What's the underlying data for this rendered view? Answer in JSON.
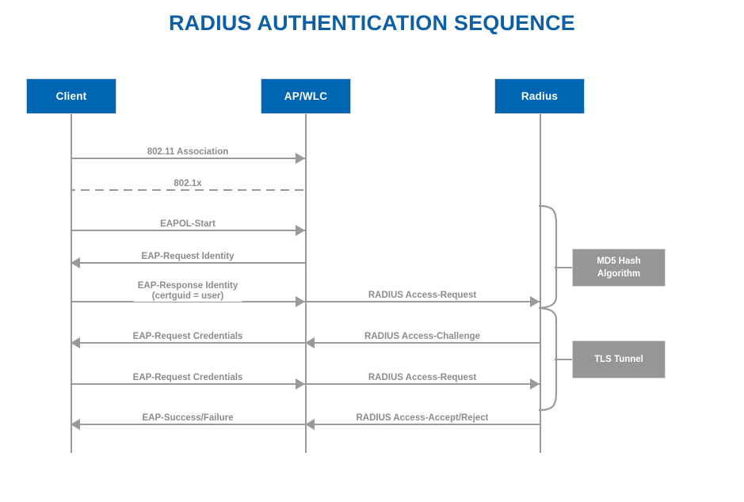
{
  "title": "RADIUS AUTHENTICATION SEQUENCE",
  "colors": {
    "title": "#0e5fa4",
    "actor_box": "#0066b3",
    "actor_text": "#ffffff",
    "line": "#9a9a9a",
    "label_text": "#8c8c8c",
    "note_box": "#969696",
    "note_text": "#ffffff",
    "background": "#ffffff"
  },
  "actors": [
    {
      "id": "client",
      "label": "Client"
    },
    {
      "id": "ap-wlc",
      "label": "AP/WLC"
    },
    {
      "id": "radius",
      "label": "Radius"
    }
  ],
  "messages": [
    {
      "id": "m1",
      "label": "802.11 Association",
      "label2": "",
      "from": "client",
      "to": "ap-wlc",
      "direction": "right",
      "style": "solid",
      "arrow": true
    },
    {
      "id": "m2",
      "label": "802.1x",
      "label2": "",
      "from": "client",
      "to": "ap-wlc",
      "direction": "none",
      "style": "dash-dot",
      "arrow": false
    },
    {
      "id": "m3",
      "label": "EAPOL-Start",
      "label2": "",
      "from": "client",
      "to": "ap-wlc",
      "direction": "right",
      "style": "solid",
      "arrow": true
    },
    {
      "id": "m4",
      "label": "EAP-Request Identity",
      "label2": "",
      "from": "ap-wlc",
      "to": "client",
      "direction": "left",
      "style": "solid",
      "arrow": true
    },
    {
      "id": "m5",
      "label": "EAP-Response Identity",
      "label2": "(certguid = user)",
      "from": "client",
      "to": "ap-wlc",
      "direction": "right",
      "style": "solid",
      "arrow": true
    },
    {
      "id": "m6",
      "label": "RADIUS Access-Request",
      "label2": "",
      "from": "ap-wlc",
      "to": "radius",
      "direction": "right",
      "style": "solid",
      "arrow": true
    },
    {
      "id": "m7",
      "label": "EAP-Request Credentials",
      "label2": "",
      "from": "ap-wlc",
      "to": "client",
      "direction": "left",
      "style": "solid",
      "arrow": true
    },
    {
      "id": "m8",
      "label": "RADIUS Access-Challenge",
      "label2": "",
      "from": "radius",
      "to": "ap-wlc",
      "direction": "left",
      "style": "solid",
      "arrow": true
    },
    {
      "id": "m9",
      "label": "EAP-Request Credentials",
      "label2": "",
      "from": "client",
      "to": "ap-wlc",
      "direction": "right",
      "style": "solid",
      "arrow": true
    },
    {
      "id": "m10",
      "label": "RADIUS Access-Request",
      "label2": "",
      "from": "ap-wlc",
      "to": "radius",
      "direction": "right",
      "style": "solid",
      "arrow": true
    },
    {
      "id": "m11",
      "label": "EAP-Success/Failure",
      "label2": "",
      "from": "ap-wlc",
      "to": "client",
      "direction": "left",
      "style": "solid",
      "arrow": true
    },
    {
      "id": "m12",
      "label": "RADIUS Access-Accept/Reject",
      "label2": "",
      "from": "radius",
      "to": "ap-wlc",
      "direction": "left",
      "style": "solid",
      "arrow": true
    }
  ],
  "notes": [
    {
      "id": "md5",
      "label_line1": "MD5 Hash",
      "label_line2": "Algorithm"
    },
    {
      "id": "tls",
      "label_line1": "TLS Tunnel",
      "label_line2": ""
    }
  ]
}
